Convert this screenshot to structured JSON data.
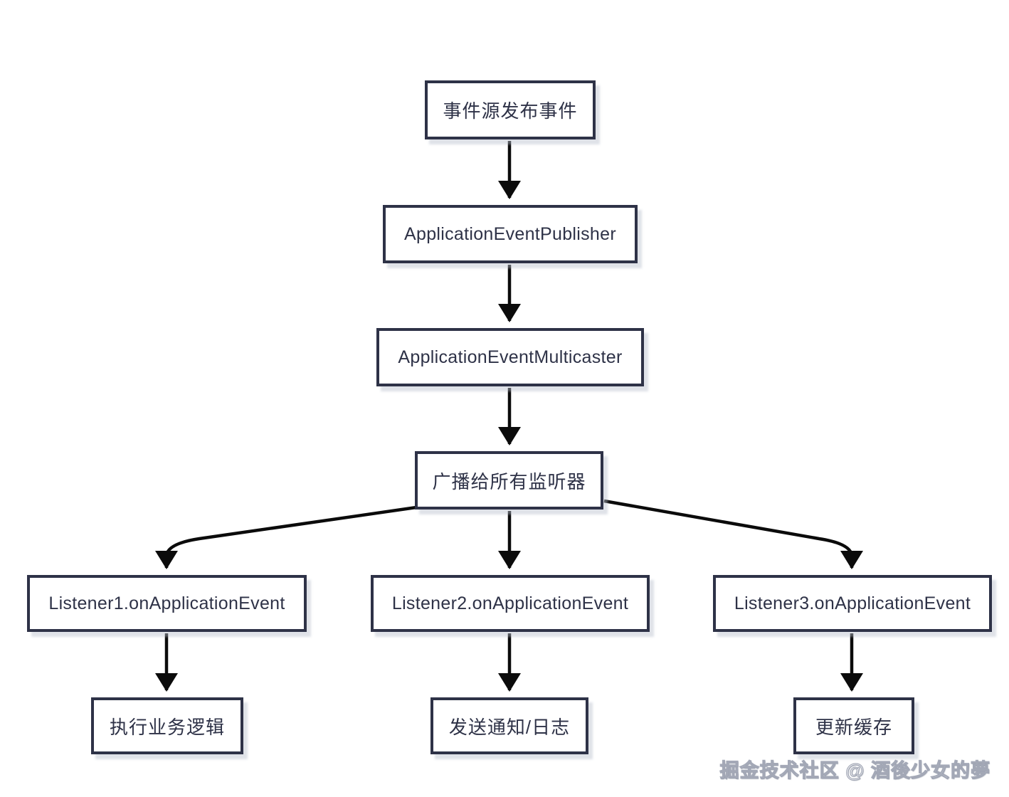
{
  "diagram": {
    "title": "Spring application event broadcast flow",
    "type": "flowchart",
    "nodes": {
      "source": {
        "id": "source",
        "label": "事件源发布事件"
      },
      "publisher": {
        "id": "publisher",
        "label": "ApplicationEventPublisher"
      },
      "multicaster": {
        "id": "multicaster",
        "label": "ApplicationEventMulticaster"
      },
      "broadcast": {
        "id": "broadcast",
        "label": "广播给所有监听器"
      },
      "listener1": {
        "id": "listener1",
        "label": "Listener1.onApplicationEvent"
      },
      "listener2": {
        "id": "listener2",
        "label": "Listener2.onApplicationEvent"
      },
      "listener3": {
        "id": "listener3",
        "label": "Listener3.onApplicationEvent"
      },
      "action1": {
        "id": "action1",
        "label": "执行业务逻辑"
      },
      "action2": {
        "id": "action2",
        "label": "发送通知/日志"
      },
      "action3": {
        "id": "action3",
        "label": "更新缓存"
      }
    },
    "edges": [
      {
        "from": "source",
        "to": "publisher"
      },
      {
        "from": "publisher",
        "to": "multicaster"
      },
      {
        "from": "multicaster",
        "to": "broadcast"
      },
      {
        "from": "broadcast",
        "to": "listener1"
      },
      {
        "from": "broadcast",
        "to": "listener2"
      },
      {
        "from": "broadcast",
        "to": "listener3"
      },
      {
        "from": "listener1",
        "to": "action1"
      },
      {
        "from": "listener2",
        "to": "action2"
      },
      {
        "from": "listener3",
        "to": "action3"
      }
    ],
    "colors": {
      "box_border": "#2e3247",
      "box_fill": "#ffffff",
      "text": "#2e3247",
      "arrow": "#0b0b0b",
      "background": "#ffffff",
      "shadow": "rgba(185,190,203,0.45)"
    }
  },
  "watermark": {
    "text": "掘金技术社区 @ 酒後少女的夢"
  }
}
